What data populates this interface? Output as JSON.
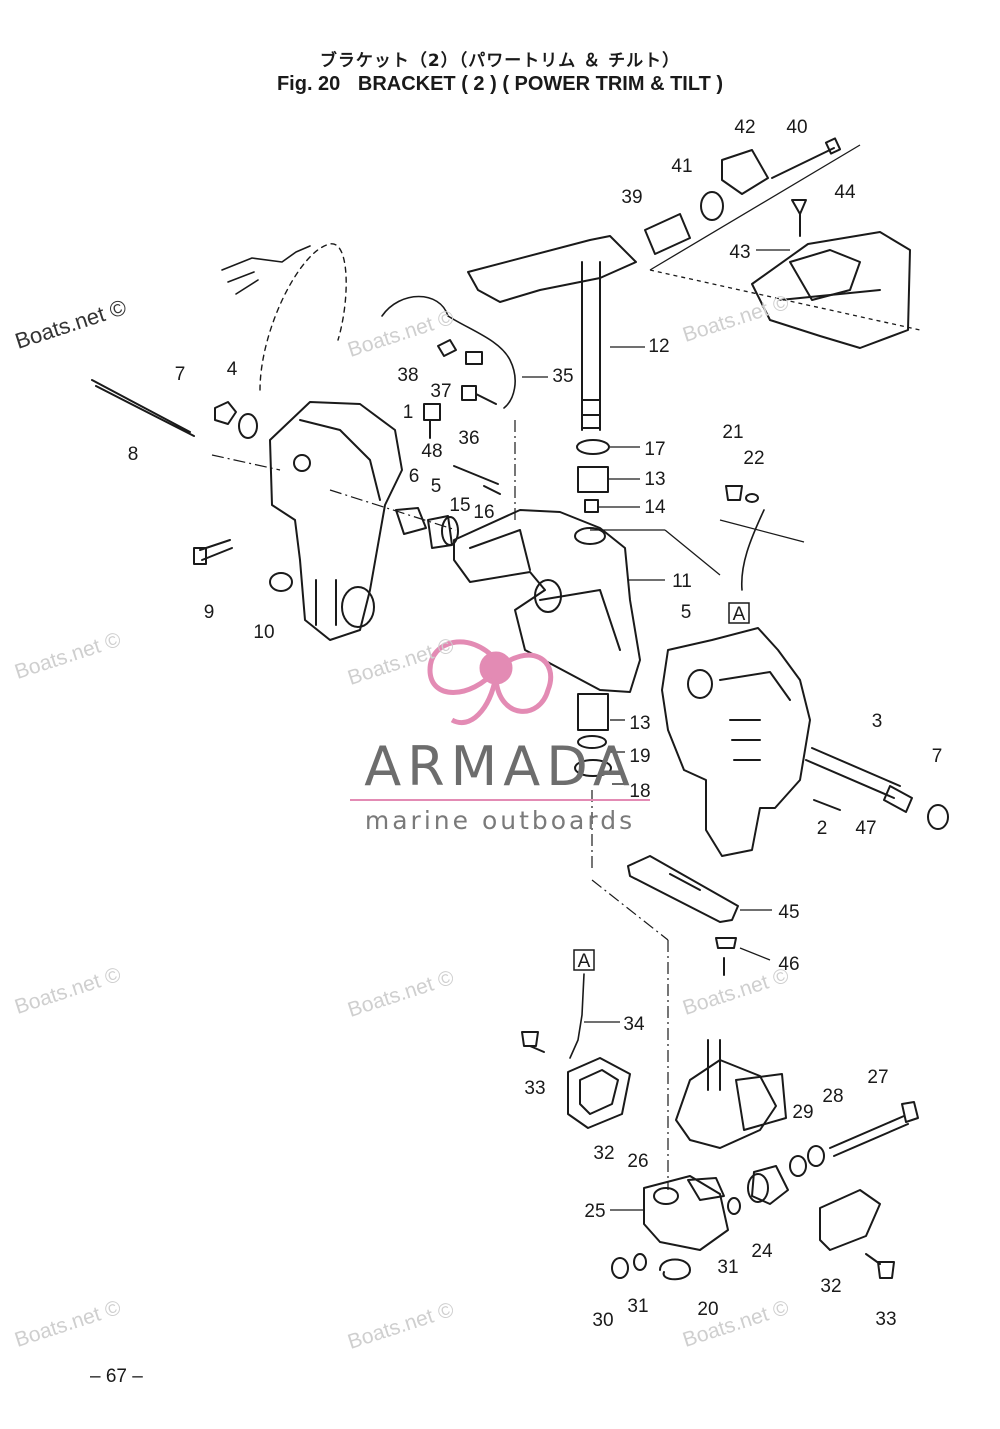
{
  "header": {
    "title_jp": "ブラケット（2）（パワートリム ＆ チルト）",
    "fig_label": "Fig. 20",
    "title_en": "BRACKET ( 2 ) ( POWER TRIM & TILT )"
  },
  "callouts": [
    {
      "label": "42"
    },
    {
      "label": "40"
    },
    {
      "label": "41"
    },
    {
      "label": "39"
    },
    {
      "label": "44"
    },
    {
      "label": "43"
    },
    {
      "label": "12"
    },
    {
      "label": "35"
    },
    {
      "label": "38"
    },
    {
      "label": "37"
    },
    {
      "label": "7"
    },
    {
      "label": "4"
    },
    {
      "label": "8"
    },
    {
      "label": "1"
    },
    {
      "label": "48"
    },
    {
      "label": "36"
    },
    {
      "label": "17"
    },
    {
      "label": "13"
    },
    {
      "label": "21"
    },
    {
      "label": "22"
    },
    {
      "label": "6"
    },
    {
      "label": "5"
    },
    {
      "label": "15"
    },
    {
      "label": "16"
    },
    {
      "label": "14"
    },
    {
      "label": "11"
    },
    {
      "label": "9"
    },
    {
      "label": "10"
    },
    {
      "label": "5"
    },
    {
      "label": "13"
    },
    {
      "label": "19"
    },
    {
      "label": "18"
    },
    {
      "label": "3"
    },
    {
      "label": "7"
    },
    {
      "label": "2"
    },
    {
      "label": "47"
    },
    {
      "label": "45"
    },
    {
      "label": "46"
    },
    {
      "label": "34"
    },
    {
      "label": "33"
    },
    {
      "label": "27"
    },
    {
      "label": "28"
    },
    {
      "label": "29"
    },
    {
      "label": "32"
    },
    {
      "label": "26"
    },
    {
      "label": "25"
    },
    {
      "label": "24"
    },
    {
      "label": "31"
    },
    {
      "label": "32"
    },
    {
      "label": "30"
    },
    {
      "label": "31"
    },
    {
      "label": "20"
    },
    {
      "label": "33"
    }
  ],
  "ref_boxes": [
    {
      "label": "A"
    },
    {
      "label": "A"
    }
  ],
  "watermark": {
    "site": "Boats.net ©",
    "brand": "ARMADA",
    "tagline": "marine outboards",
    "logo_color": "#e38bb4"
  },
  "footer": {
    "page": "– 67 –"
  }
}
